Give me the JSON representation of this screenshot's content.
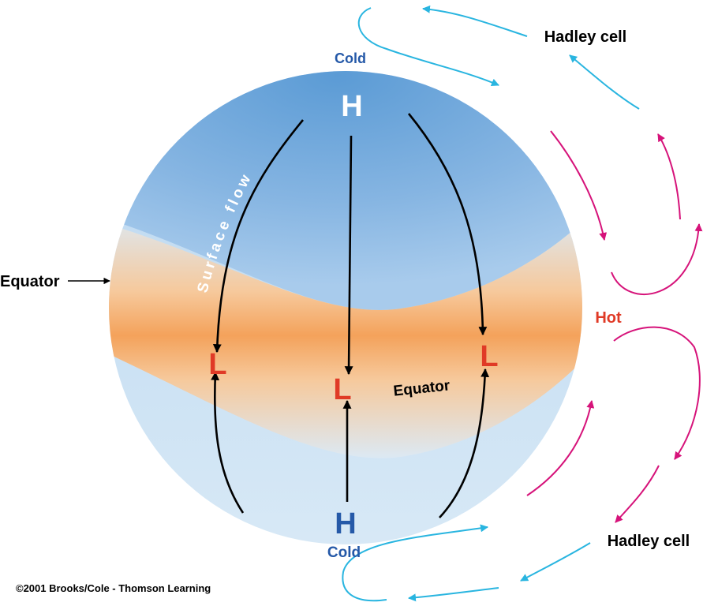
{
  "labels": {
    "cold_top": "Cold",
    "cold_bottom": "Cold",
    "high_top": "H",
    "high_bottom": "H",
    "low_left": "L",
    "low_center": "L",
    "low_right": "L",
    "equator_outer": "Equator",
    "equator_band": "Equator",
    "surface_flow": "Surface flow",
    "hot": "Hot",
    "hadley_top": "Hadley cell",
    "hadley_bottom": "Hadley cell",
    "copyright": "©2001 Brooks/Cole - Thomson Learning"
  },
  "colors": {
    "globe_top": "#5b9bd5",
    "globe_bottom": "#cfe3f3",
    "equator_band": "#f4a25b",
    "surface_arrow": "#000000",
    "cold_air_arrow": "#29b5e0",
    "warm_air_arrow": "#d6137a",
    "high_text_top": "#ffffff",
    "high_text_bottom": "#2559a8",
    "low_text": "#e03a26",
    "cold_text": "#2559a8",
    "hot_text": "#e03a26"
  }
}
